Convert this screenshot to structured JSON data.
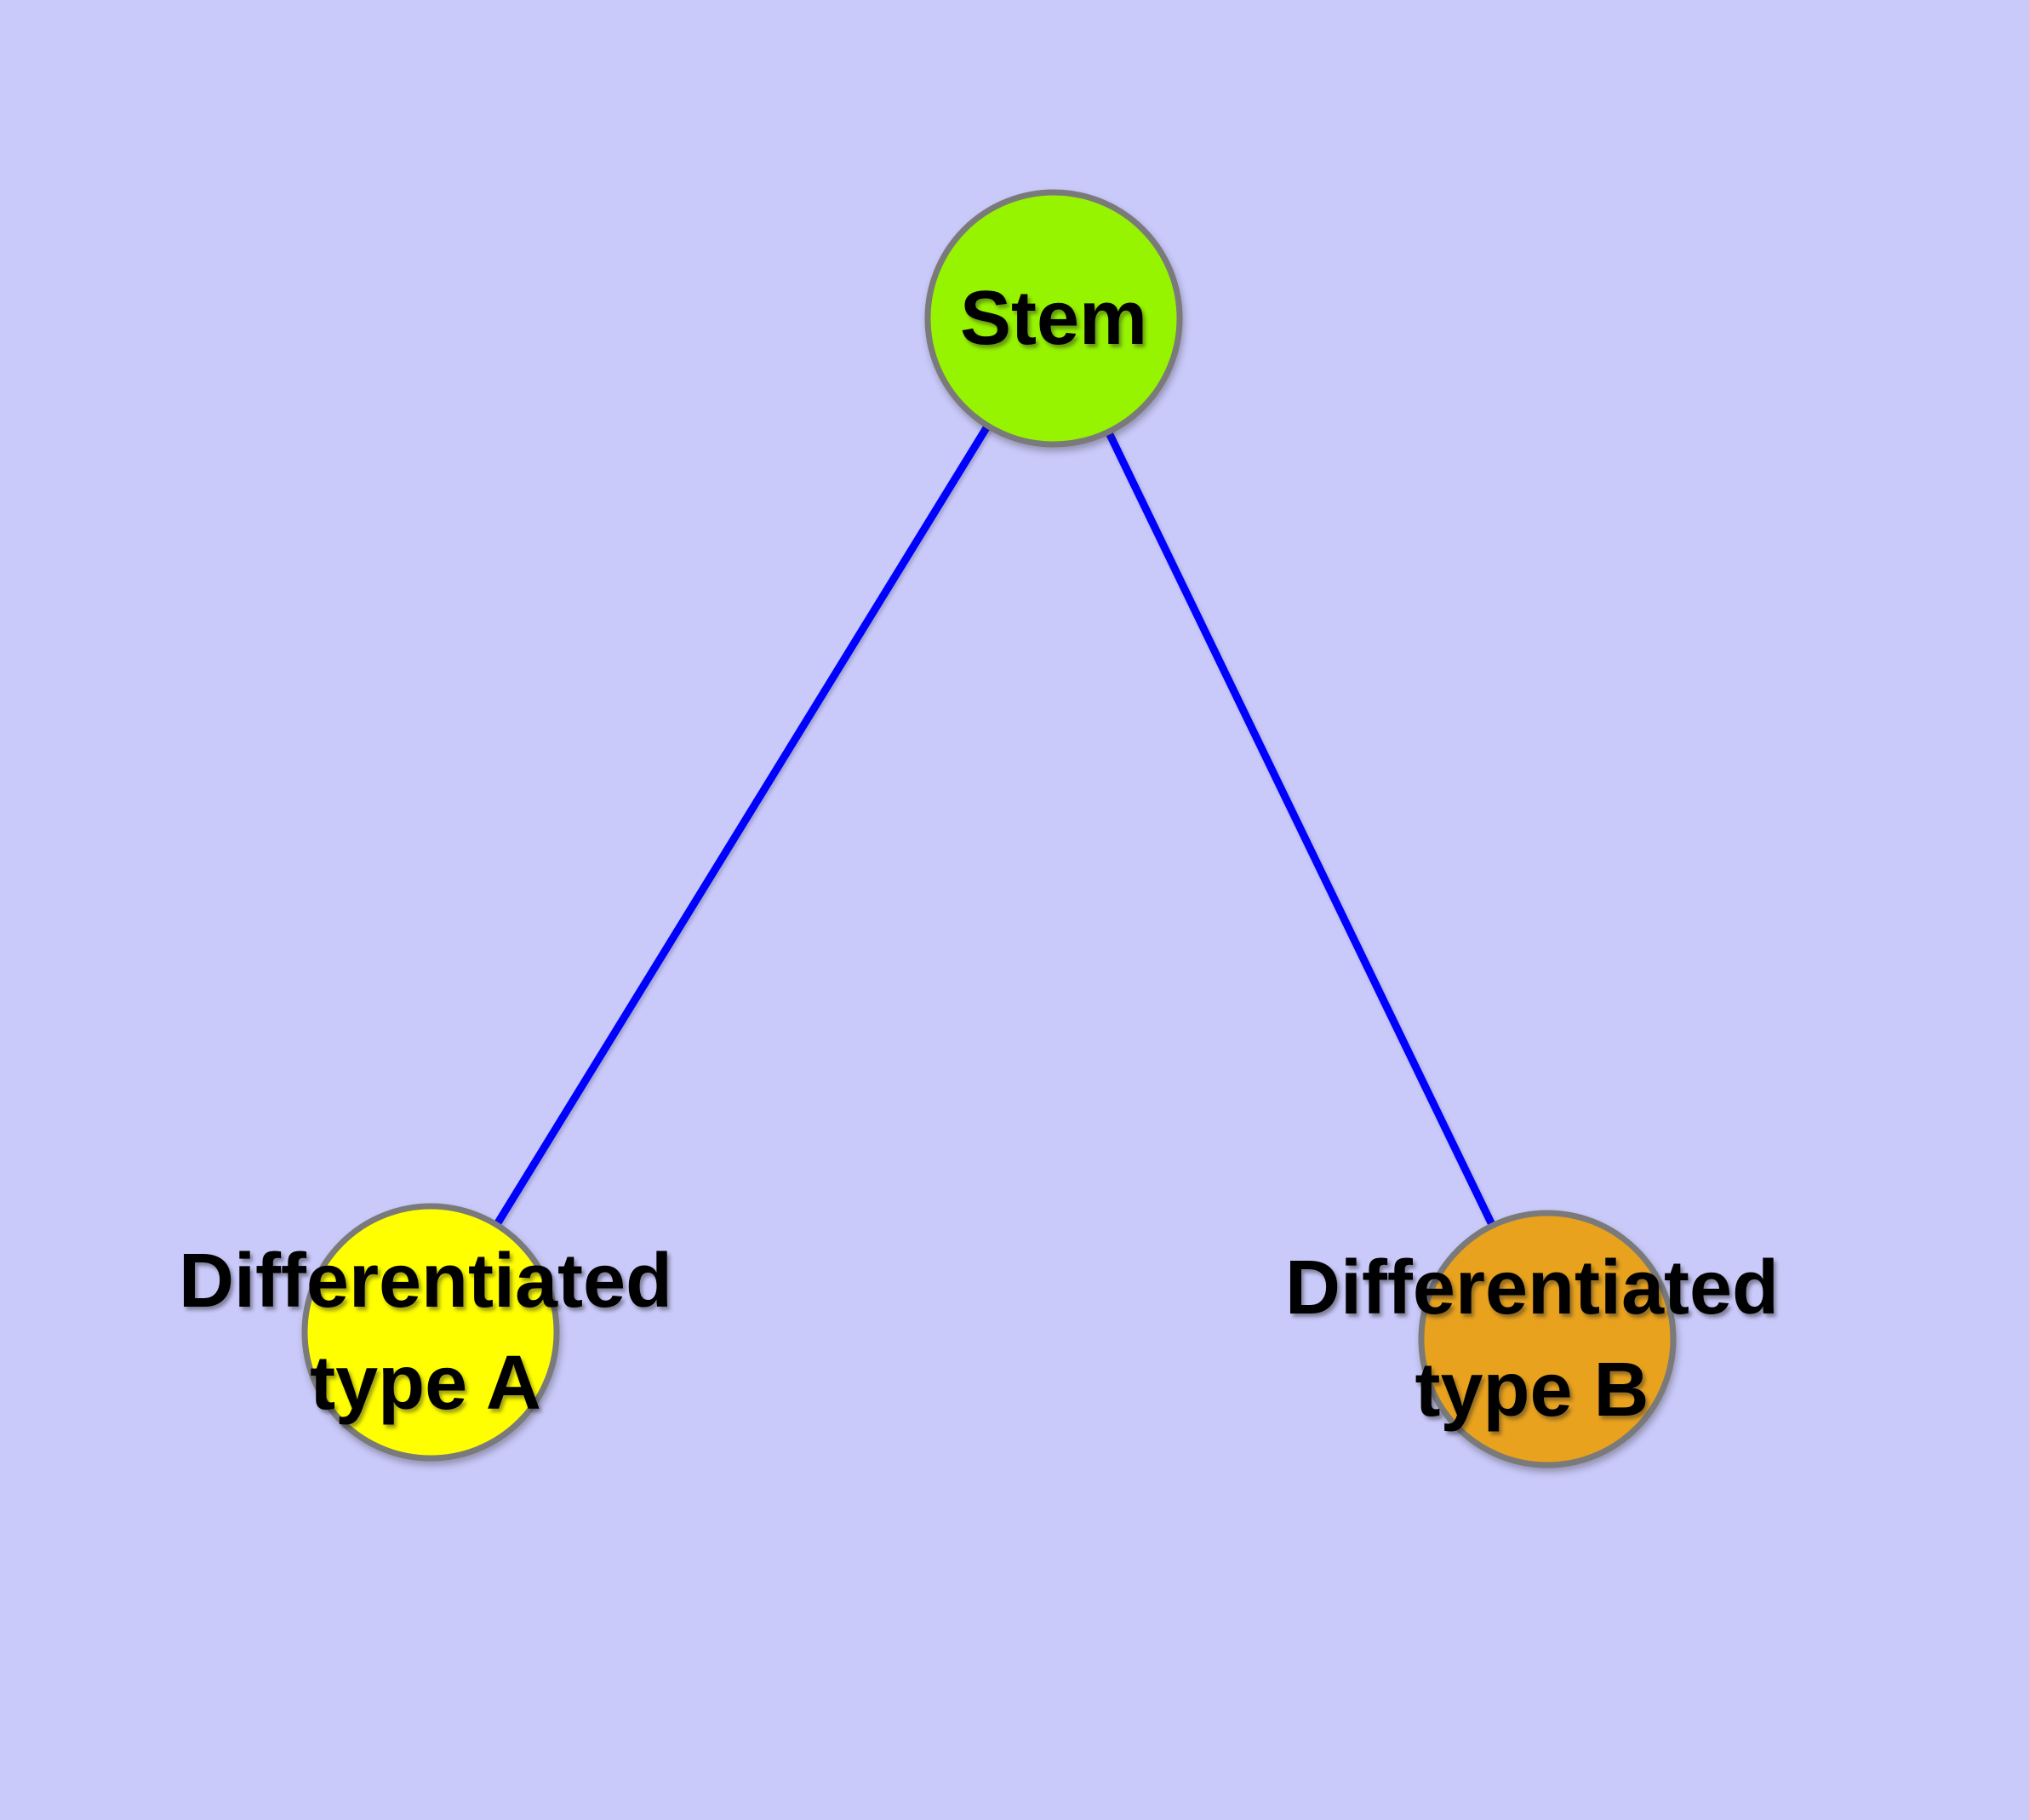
{
  "diagram": {
    "description": "Stem cell differentiation graph with one stem node linked to two differentiated cell type nodes",
    "background_color": "#C9C9FA",
    "edge_color": "#0000FF",
    "node_border_color": "#7A7A7A",
    "label_color": "#000000",
    "nodes": {
      "stem": {
        "label": "Stem",
        "fill": "#96F400"
      },
      "type_a": {
        "label_line1": "Differentiated",
        "label_line2": "type A",
        "fill": "#FFFF00"
      },
      "type_b": {
        "label_line1": "Differentiated",
        "label_line2": "type B",
        "fill": "#E8A21E"
      }
    },
    "edges": [
      {
        "from": "Stem",
        "to": "Differentiated type A"
      },
      {
        "from": "Stem",
        "to": "Differentiated type B"
      }
    ]
  }
}
